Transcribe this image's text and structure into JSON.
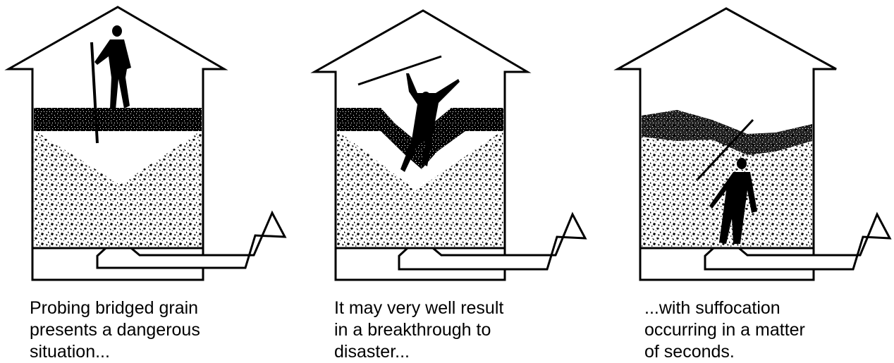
{
  "panels": [
    {
      "caption": [
        "Probing bridged grain",
        "presents a dangerous",
        "situation..."
      ]
    },
    {
      "caption": [
        "It may very well result",
        "in a breakthrough to",
        "disaster..."
      ]
    },
    {
      "caption": [
        "...with suffocation",
        "occurring in a matter",
        "of seconds."
      ]
    }
  ],
  "colors": {
    "ink": "#000000",
    "paper": "#ffffff"
  }
}
